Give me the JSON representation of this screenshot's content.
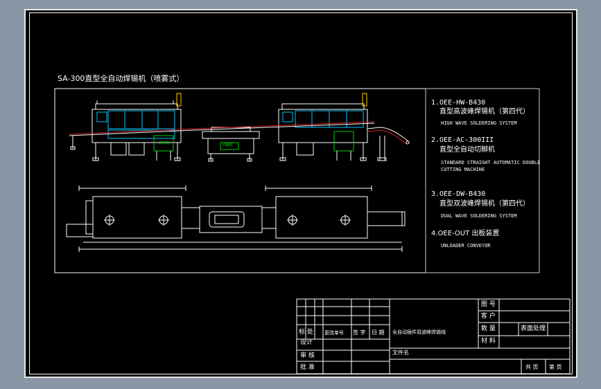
{
  "drawing": {
    "title": "SA-300直型全自动焊锡机（喷雾式）",
    "machine_labels": [
      "焊锡机",
      "切脚机"
    ]
  },
  "spec_list": [
    {
      "code": "1.OEE-HW-B430",
      "cn": "直型高波峰焊锡机（第四代）",
      "en": [
        "HIGH WAVE SOLDERING SYSTEM"
      ]
    },
    {
      "code": "2.OEE-AC-300III",
      "cn": "直型全自动切脚机",
      "en": [
        "STANDARD STRAIGHT AUTOMATIC DOUBLE",
        "CUTTING MACHINE"
      ]
    },
    {
      "code": "3.OEE-DW-B430",
      "cn": "直型双波峰焊锡机（第四代）",
      "en": [
        "DUAL WAVE SOLDERING SYSTEM"
      ]
    },
    {
      "code": "4.OEE-OUT 出板装置",
      "cn": "",
      "en": [
        "UNLOADER CONVEYOR"
      ]
    }
  ],
  "title_block": {
    "rev_headers": [
      "标 处",
      "更改单号",
      "签 字",
      "日 期"
    ],
    "design": "设计",
    "check": "审 核",
    "approve": "批 准",
    "product_name": "全自动插件双波峰焊锡线",
    "file_name_label": "文件名",
    "drawing_no_label": "图 号",
    "customer_label": "客 户",
    "quantity_label": "数 量",
    "surface_label": "表面处理",
    "material_label": "材 料",
    "sheet_total_label": "共 页",
    "sheet_no_label": "第 页"
  },
  "colors": {
    "background": "#8795a4",
    "sheet": "#000000",
    "line": "#ffffff",
    "cyan": "#00c8ff",
    "green": "#00d000",
    "red": "#e02020"
  }
}
